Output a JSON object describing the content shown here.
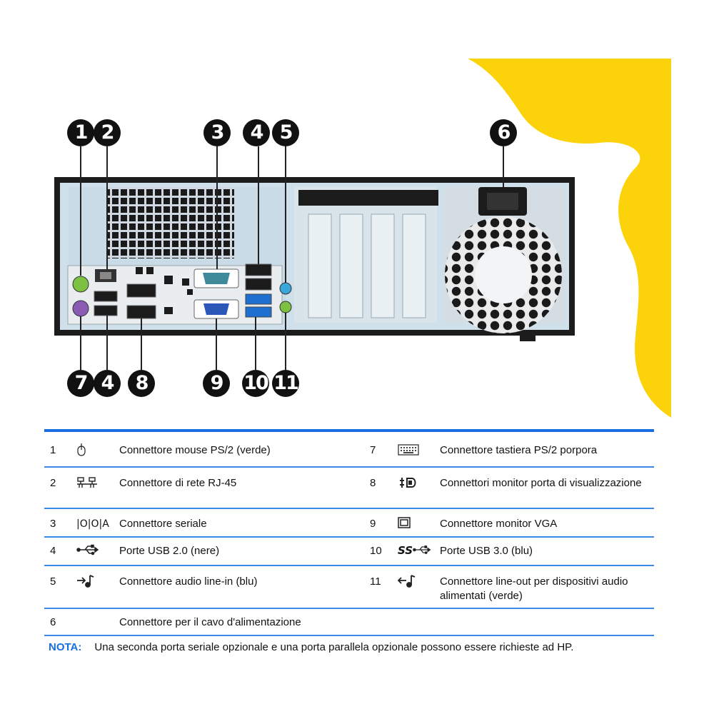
{
  "callouts": {
    "c1": "1",
    "c2": "2",
    "c3": "3",
    "c4a": "4",
    "c5": "5",
    "c6": "6",
    "c7": "7",
    "c4b": "4",
    "c8": "8",
    "c9": "9",
    "c10": "10",
    "c11": "11"
  },
  "table": {
    "rows": [
      {
        "num": "1",
        "icon": "mouse-icon",
        "label": "Connettore mouse PS/2 (verde)",
        "num2": "7",
        "icon2": "keyboard-icon",
        "label2": "Connettore tastiera PS/2 porpora"
      },
      {
        "num": "2",
        "icon": "network-icon",
        "label": "Connettore di rete RJ-45",
        "num2": "8",
        "icon2": "displayport-icon",
        "label2": "Connettori monitor porta di visualizzazione"
      },
      {
        "num": "3",
        "icon": "serial-icon",
        "icon_text": "|O|O|A",
        "label": "Connettore seriale",
        "num2": "9",
        "icon2": "vga-icon",
        "label2": "Connettore monitor VGA"
      },
      {
        "num": "4",
        "icon": "usb-icon",
        "label": "Porte USB 2.0 (nere)",
        "num2": "10",
        "icon2": "usb3-icon",
        "icon2_text": "SS",
        "label2": "Porte USB 3.0 (blu)"
      },
      {
        "num": "5",
        "icon": "audio-line-in-icon",
        "label": "Connettore audio line-in (blu)",
        "num2": "11",
        "icon2": "audio-line-out-icon",
        "label2": "Connettore line-out per dispositivi audio alimentati (verde)"
      },
      {
        "num": "6",
        "icon": "",
        "label": "Connettore per il cavo d'alimentazione",
        "num2": "",
        "icon2": "",
        "label2": ""
      }
    ]
  },
  "note": {
    "label": "NOTA:",
    "text": "Una seconda porta seriale opzionale e una porta parallela opzionale possono essere richieste ad HP."
  },
  "colors": {
    "yellow": "#fcd20a",
    "accent_blue": "#1a6fe0",
    "ps2_green": "#7cc142",
    "ps2_purple": "#8a5bb5",
    "audio_blue": "#3aa7dc",
    "usb3_blue": "#1f6fd1"
  }
}
